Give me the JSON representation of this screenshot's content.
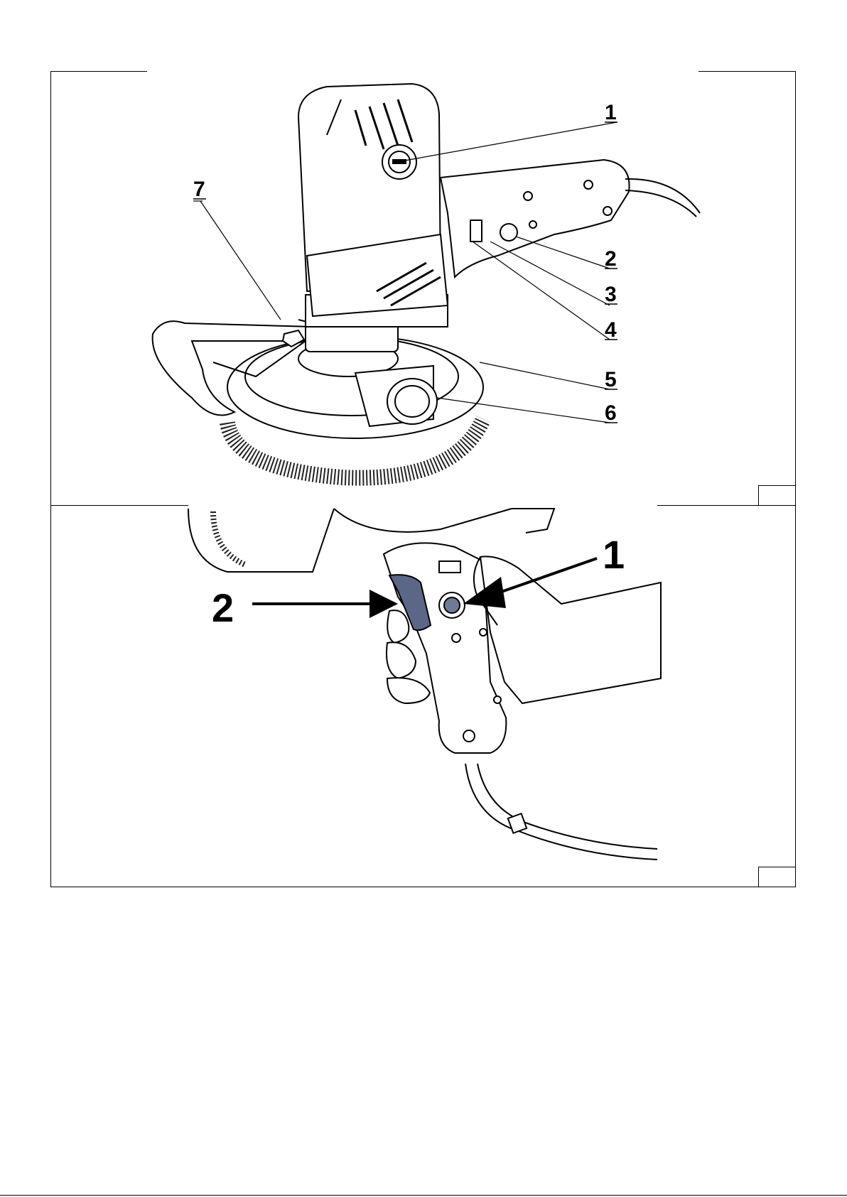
{
  "figure_a": {
    "callouts": [
      "1",
      "2",
      "3",
      "4",
      "5",
      "6",
      "7"
    ],
    "fig_label": ""
  },
  "figure_b": {
    "callouts": [
      "1",
      "2"
    ],
    "fig_label": ""
  },
  "colors": {
    "line": "#000000",
    "trigger": "#5c6788",
    "button": "#6f7a94"
  }
}
